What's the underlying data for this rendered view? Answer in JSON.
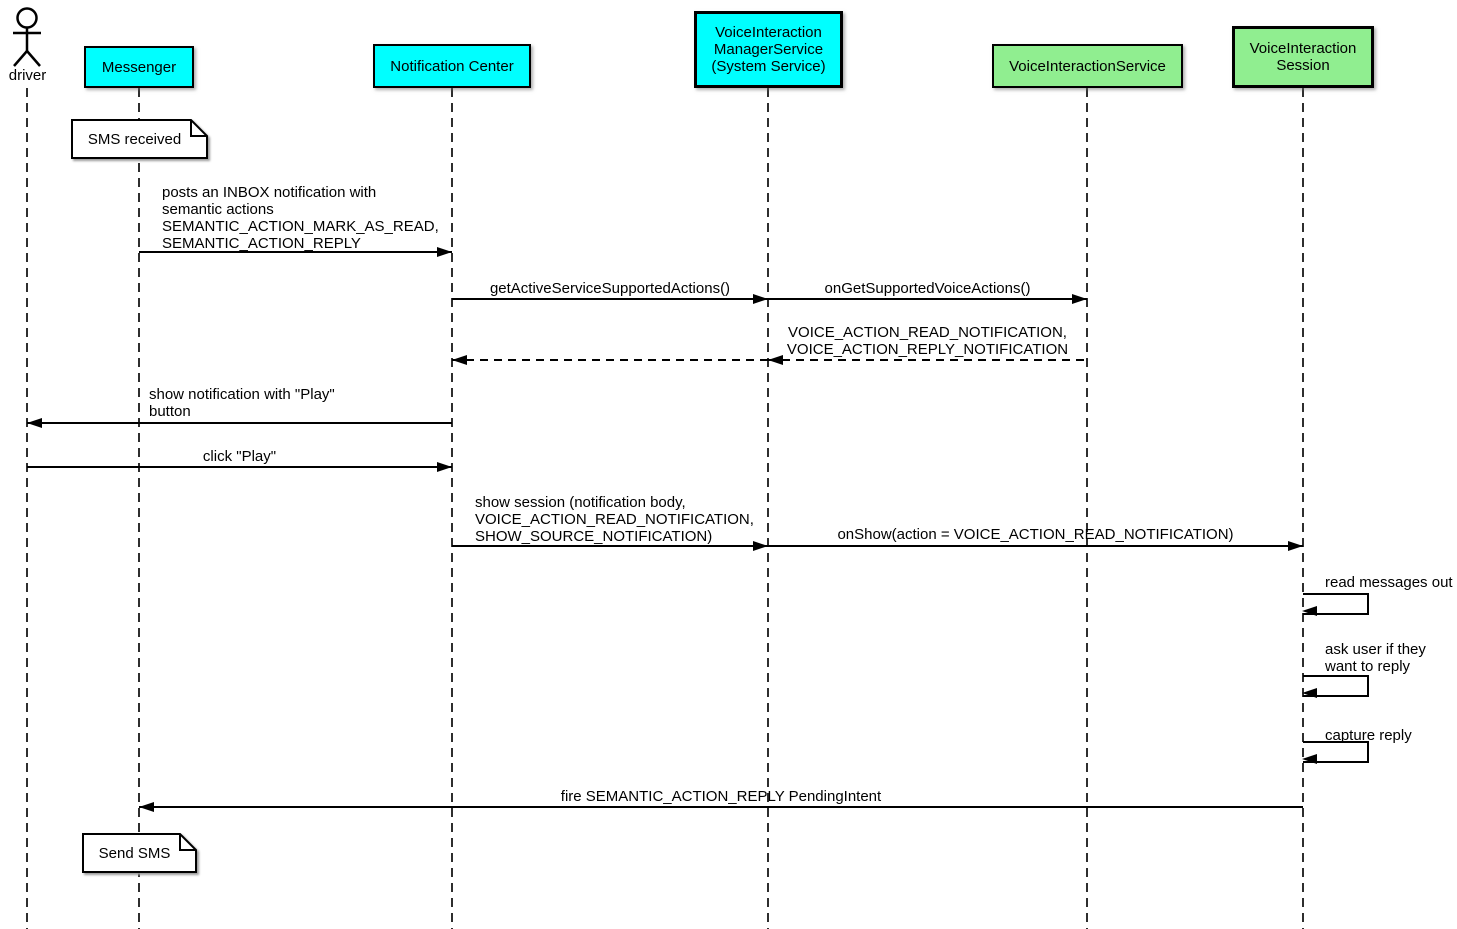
{
  "diagram": {
    "type": "uml-sequence-diagram",
    "colors": {
      "participant_cyan": "#00ffff",
      "participant_green": "#90ee90",
      "background": "#ffffff",
      "line": "#000000"
    },
    "actor": {
      "label": "driver"
    },
    "participants": [
      {
        "id": "messenger",
        "label": "Messenger"
      },
      {
        "id": "notification-center",
        "label": "Notification Center"
      },
      {
        "id": "voice-interaction-manager-service",
        "label": "VoiceInteraction\nManagerService\n(System Service)"
      },
      {
        "id": "voice-interaction-service",
        "label": "VoiceInteractionService"
      },
      {
        "id": "voice-interaction-session",
        "label": "VoiceInteraction\nSession"
      }
    ],
    "notes": [
      {
        "id": "sms-received",
        "text": "SMS received"
      },
      {
        "id": "send-sms",
        "text": "Send SMS"
      }
    ],
    "messages": [
      {
        "from": "messenger",
        "to": "notification-center",
        "style": "solid",
        "label": "posts an INBOX notification with\nsemantic actions\nSEMANTIC_ACTION_MARK_AS_READ,\nSEMANTIC_ACTION_REPLY"
      },
      {
        "from": "notification-center",
        "to": "voice-interaction-manager-service",
        "style": "solid",
        "label": "getActiveServiceSupportedActions()"
      },
      {
        "from": "voice-interaction-manager-service",
        "to": "voice-interaction-service",
        "style": "solid",
        "label": "onGetSupportedVoiceActions()"
      },
      {
        "from": "voice-interaction-service",
        "to": "notification-center",
        "style": "dashed-return",
        "label": "VOICE_ACTION_READ_NOTIFICATION,\nVOICE_ACTION_REPLY_NOTIFICATION"
      },
      {
        "from": "notification-center",
        "to": "driver",
        "style": "solid",
        "label": "show notification with \"Play\"\nbutton"
      },
      {
        "from": "driver",
        "to": "notification-center",
        "style": "solid",
        "label": "click \"Play\""
      },
      {
        "from": "notification-center",
        "to": "voice-interaction-manager-service",
        "style": "solid",
        "label": "show session (notification body,\nVOICE_ACTION_READ_NOTIFICATION,\nSHOW_SOURCE_NOTIFICATION)"
      },
      {
        "from": "voice-interaction-manager-service",
        "to": "voice-interaction-session",
        "style": "solid",
        "label": "onShow(action = VOICE_ACTION_READ_NOTIFICATION)"
      },
      {
        "from": "voice-interaction-session",
        "to": "voice-interaction-session",
        "style": "self",
        "label": "read messages out"
      },
      {
        "from": "voice-interaction-session",
        "to": "voice-interaction-session",
        "style": "self",
        "label": "ask user if they\nwant to reply"
      },
      {
        "from": "voice-interaction-session",
        "to": "voice-interaction-session",
        "style": "self",
        "label": "capture reply"
      },
      {
        "from": "voice-interaction-session",
        "to": "messenger",
        "style": "solid",
        "label": "fire SEMANTIC_ACTION_REPLY PendingIntent"
      }
    ]
  }
}
